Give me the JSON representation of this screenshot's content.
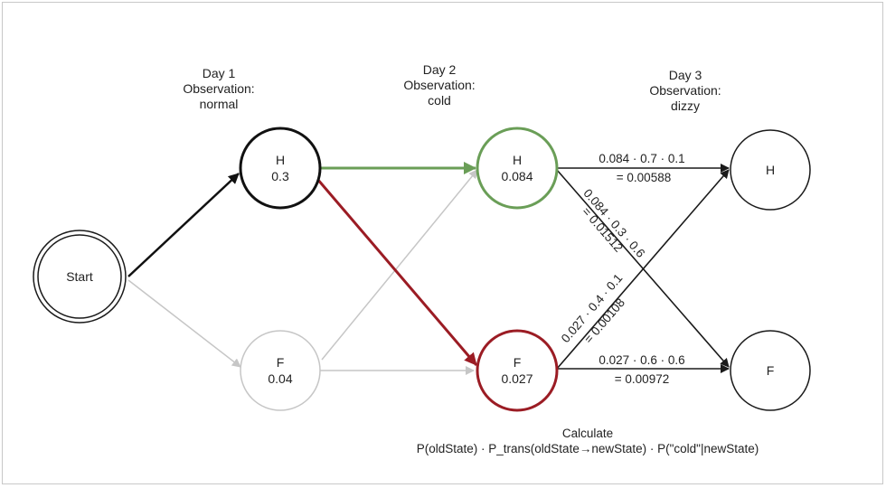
{
  "days": [
    {
      "title": "Day 1",
      "obs_label": "Observation:",
      "obs": "normal"
    },
    {
      "title": "Day 2",
      "obs_label": "Observation:",
      "obs": "cold"
    },
    {
      "title": "Day 3",
      "obs_label": "Observation:",
      "obs": "dizzy"
    }
  ],
  "nodes": {
    "start": {
      "label": "Start"
    },
    "h1": {
      "state": "H",
      "prob": "0.3"
    },
    "f1": {
      "state": "F",
      "prob": "0.04"
    },
    "h2": {
      "state": "H",
      "prob": "0.084"
    },
    "f2": {
      "state": "F",
      "prob": "0.027"
    },
    "h3": {
      "state": "H"
    },
    "f3": {
      "state": "F"
    }
  },
  "formulas": {
    "hh": {
      "expr": "0.084 · 0.7 · 0.1",
      "result": "= 0.00588"
    },
    "hf": {
      "expr": "0.084 · 0.3 · 0.6",
      "result": "= 0.01512"
    },
    "fh": {
      "expr": "0.027 · 0.4 · 0.1",
      "result": "= 0.00108"
    },
    "ff": {
      "expr": "0.027 · 0.6 · 0.6",
      "result": "= 0.00972"
    }
  },
  "calculate": {
    "title": "Calculate",
    "formula": "P(oldState) · P_trans(oldState→newState) · P(\"cold\"|newState)"
  },
  "colors": {
    "best_path": "#6a9e57",
    "worst_path": "#9b1c24",
    "active": "#1a1a1a",
    "inactive": "#c6c6c6"
  }
}
